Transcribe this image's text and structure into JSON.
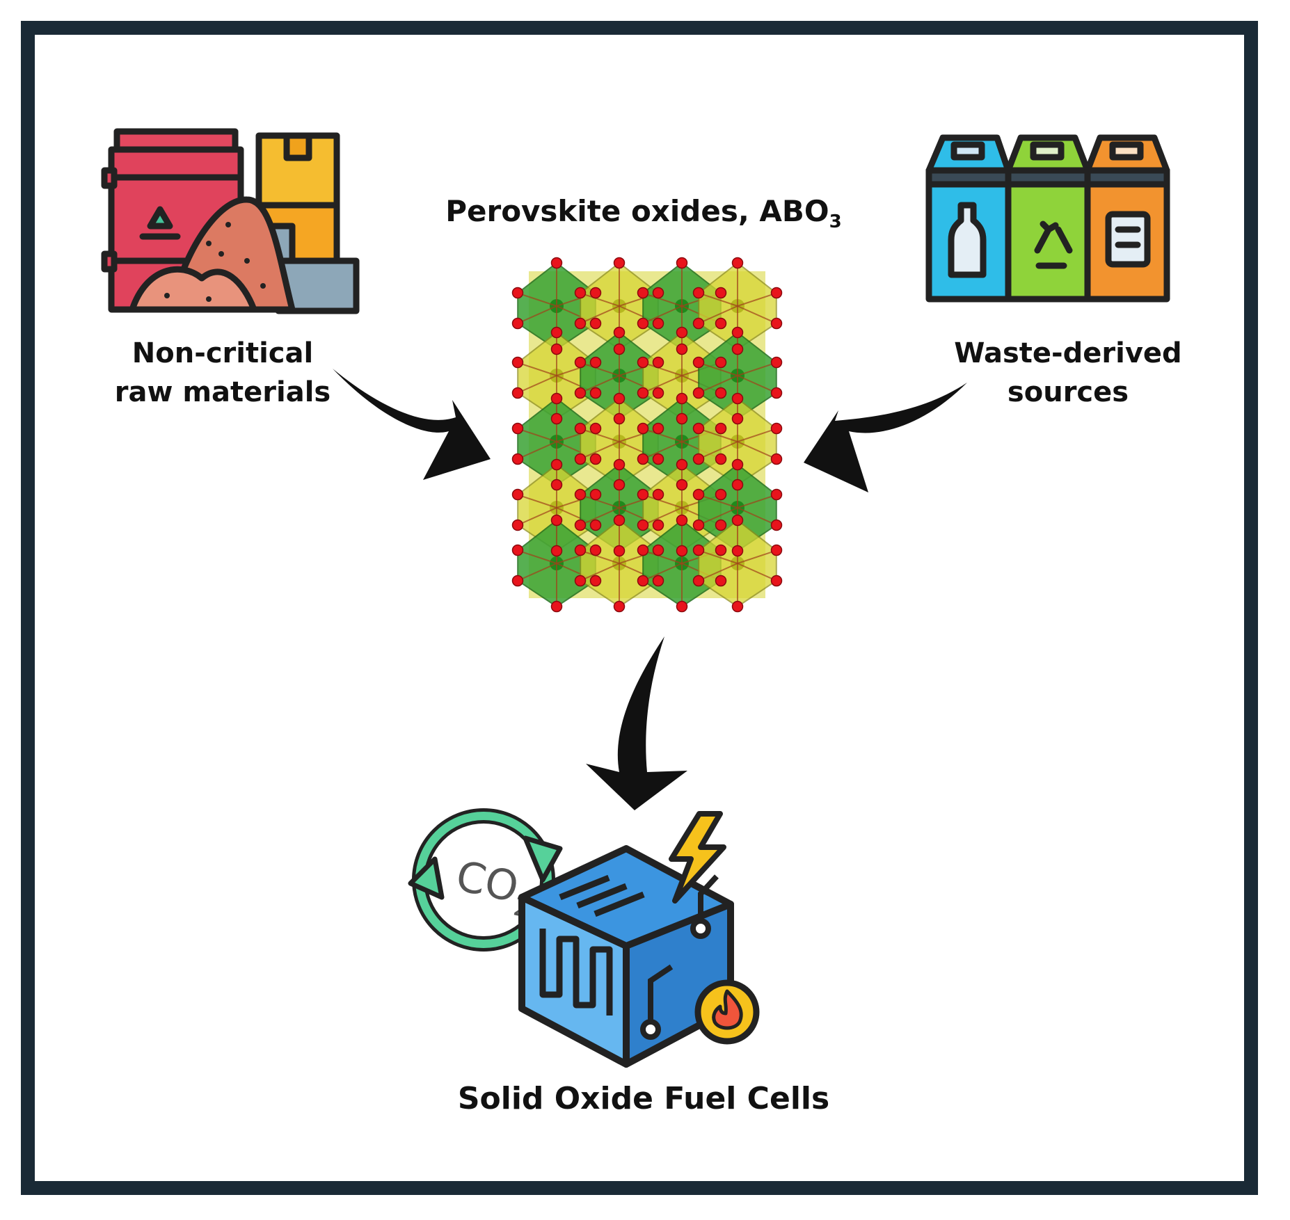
{
  "diagram": {
    "title_prefix": "Perovskite oxides, ABO",
    "title_subscript": "3",
    "inputs": [
      {
        "label_line1": "Non-critical",
        "label_line2": "raw materials",
        "icon": "materials-barrels-boxes-icon"
      },
      {
        "label_line1": "Waste-derived",
        "label_line2": "sources",
        "icon": "recycling-bins-icon"
      }
    ],
    "output": {
      "label": "Solid Oxide Fuel Cells",
      "icon": "fuel-cell-icon",
      "co2_prefix": "CO",
      "co2_subscript": "2"
    },
    "center_icon": "perovskite-crystal-structure",
    "colors": {
      "frame": "#1a2a36",
      "octahedra_green": "#3aa335",
      "octahedra_yellow": "#d7d634",
      "oxygen_red": "#e8141c",
      "bin_blue": "#2fbde8",
      "bin_green": "#8fd33a",
      "bin_orange": "#f2932f",
      "fuel_cell_blue": "#3c95e0",
      "co2_green": "#56d19a",
      "bolt_yellow": "#f6c21c"
    }
  }
}
